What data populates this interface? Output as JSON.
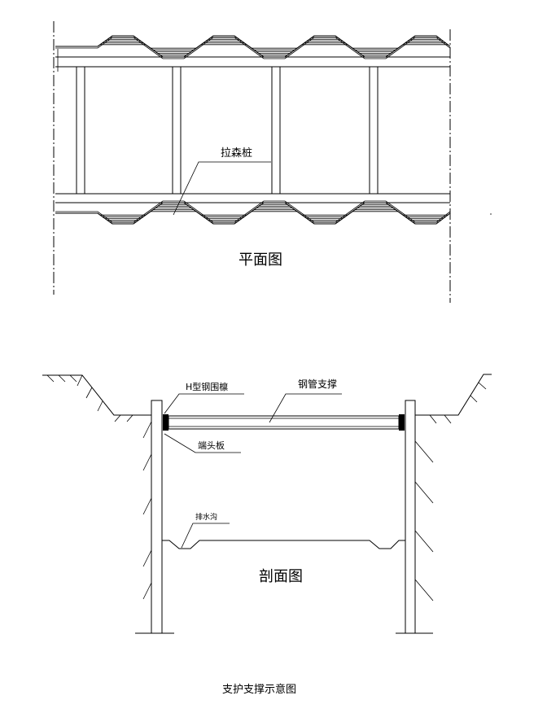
{
  "plan": {
    "title": "平面图",
    "label_sheet_pile": "拉森桩"
  },
  "section": {
    "title": "剖面图",
    "label_h_beam_waler": "H型钢围檩",
    "label_steel_pipe_strut": "钢管支撑",
    "label_end_plate": "端头板",
    "label_drainage_ditch": "排水沟"
  },
  "caption": "支护支撑示意图",
  "colors": {
    "line": "#000000",
    "background": "#ffffff"
  }
}
